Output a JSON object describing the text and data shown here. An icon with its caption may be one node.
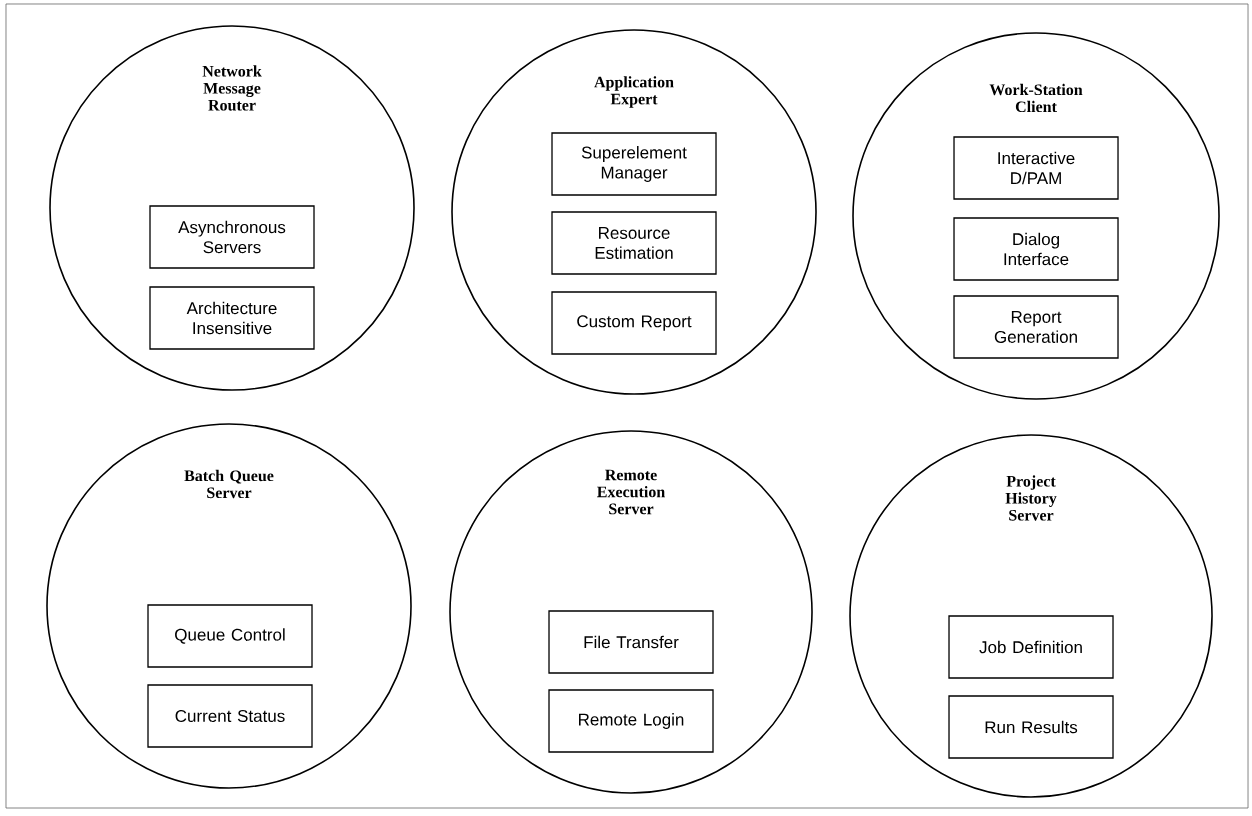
{
  "diagram": {
    "nodes": [
      {
        "text": [
          "Network Message Router"
        ]
      },
      {
        "text": [
          "Asynchronous Servers"
        ],
        "in": 0
      },
      {
        "text": [
          "Architecture Insensitive"
        ],
        "in": 0
      },
      {
        "text": [
          "Application Expert"
        ]
      },
      {
        "text": [
          "Superelement Manager"
        ],
        "in": 3
      },
      {
        "text": [
          "Resource Estimation"
        ],
        "in": 3
      },
      {
        "text": [
          "Custom Report"
        ],
        "in": 3
      },
      {
        "text": [
          "Work-Station Client"
        ]
      },
      {
        "text": [
          "Interactive D/PAM"
        ],
        "in": 7
      },
      {
        "text": [
          "Dialog Interface"
        ],
        "in": 7
      },
      {
        "text": [
          "Report Generation"
        ],
        "in": 7
      },
      {
        "text": [
          "Batch Queue Server"
        ]
      },
      {
        "text": [
          "Queue Control"
        ],
        "in": 11
      },
      {
        "text": [
          "Current Status"
        ],
        "in": 11
      },
      {
        "text": [
          "Remote Execution Server"
        ]
      },
      {
        "text": [
          "File Transfer"
        ],
        "in": 14
      },
      {
        "text": [
          "Remote Login"
        ],
        "in": 14
      },
      {
        "text": [
          "Project History Server"
        ]
      },
      {
        "text": [
          "Job Definition"
        ],
        "in": 17
      },
      {
        "text": [
          "Run Results"
        ],
        "in": 17
      }
    ]
  }
}
